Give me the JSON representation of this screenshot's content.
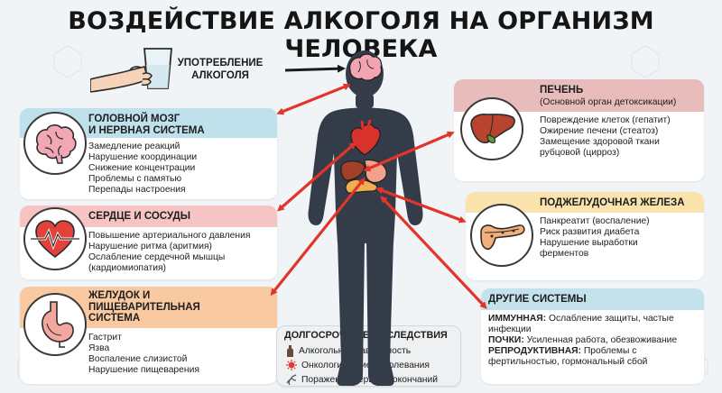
{
  "title": "ВОЗДЕЙСТВИЕ АЛКОГОЛЯ НА ОРГАНИЗМ ЧЕЛОВЕКА",
  "consumption": {
    "line1": "УПОТРЕБЛЕНИЕ",
    "line2": "АЛКОГОЛЯ"
  },
  "brain": {
    "title1": "ГОЛОВНОЙ МОЗГ",
    "title2": "И НЕРВНАЯ СИСТЕМА",
    "items": [
      "Замедление реакций",
      "Нарушение координации",
      "Снижение концентрации",
      "Проблемы с памятью",
      "Перепады настроения"
    ]
  },
  "heart": {
    "title": "СЕРДЦЕ И СОСУДЫ",
    "items": [
      "Повышение артериального давления",
      "Нарушение ритма (аритмия)",
      "Ослабление сердечной мышцы",
      "(кардиомиопатия)"
    ]
  },
  "stomach": {
    "title1": "ЖЕЛУДОК И",
    "title2": "ПИЩЕВАРИТЕЛЬНАЯ",
    "title3": "СИСТЕМА",
    "items": [
      "Гастрит",
      "Язва",
      "Воспаление слизистой",
      "Нарушение пищеварения"
    ]
  },
  "liver": {
    "title": "ПЕЧЕНЬ",
    "subtitle": "(Основной орган детоксикации)",
    "items": [
      "Повреждение клеток (гепатит)",
      "Ожирение печени (стеатоз)",
      "Замещение здоровой ткани",
      "рубцовой (цирроз)"
    ]
  },
  "pancreas": {
    "title": "ПОДЖЕЛУДОЧНАЯ ЖЕЛЕЗА",
    "items": [
      "Панкреатит (воспаление)",
      "Риск развития диабета",
      "Нарушение выработки",
      "ферментов"
    ]
  },
  "other": {
    "title": "ДРУГИЕ СИСТЕМЫ",
    "immune_label": "ИММУННАЯ:",
    "immune_text1": "Ослабление защиты, частые",
    "immune_text2": "инфекции",
    "kidneys_label": "ПОЧКИ:",
    "kidneys_text": "Усиленная работа, обезвоживание",
    "repro_label": "РЕПРОДУКТИВНАЯ:",
    "repro_text1": "Проблемы с",
    "repro_text2": "фертильностью, гормональный сбой"
  },
  "longterm": {
    "title": "ДОЛГОСРОЧНЫЕ ПОСЛЕДСТВИЯ",
    "items": [
      "Алкогольная зависимость",
      "Онкологические заболевания",
      "Поражение нервных окончаний"
    ]
  },
  "colors": {
    "blue_header": "#bfe1ec",
    "red_header": "#f6c4c3",
    "orange_header": "#f9c9a2",
    "liver_header": "#e9bcbc",
    "pancreas_header": "#fbe3ae",
    "other_header": "#c4e2ec",
    "arrow": "#e2342b",
    "silhouette": "#333c48"
  },
  "icons": [
    "glass-hand-icon",
    "brain-icon",
    "heart-pulse-icon",
    "stomach-icon",
    "liver-icon",
    "pancreas-icon",
    "bottle-icon",
    "virus-icon",
    "nerve-icon"
  ]
}
